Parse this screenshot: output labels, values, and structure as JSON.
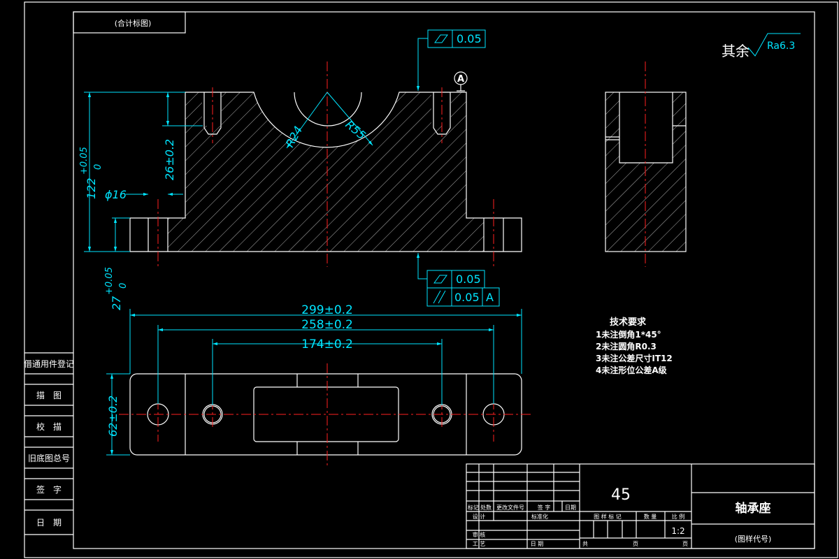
{
  "drawing": {
    "stamp_text": "(合计标图)",
    "roughness_prefix": "其余",
    "roughness_value": "Ra6.3",
    "datum_label": "A",
    "flatness_top": "0.05",
    "flatness_bottom": "0.05",
    "parallel_value": "0.05",
    "parallel_datum": "A",
    "dims": {
      "r24": "R24",
      "r55": "R55",
      "d26": "26±0.2",
      "d122_main": "122",
      "d122_tol": "+0.05",
      "d122_tol2": "0",
      "phi16": "ϕ16",
      "d27_main": "27",
      "d27_tol": "+0.05",
      "d27_tol2": "0",
      "d299": "299±0.2",
      "d258": "258±0.2",
      "d174": "174±0.2",
      "d62": "62±0.2"
    },
    "tech_requirements": {
      "title": "技术要求",
      "items": [
        "1未注倒角1*45°",
        "2未注圆角R0.3",
        "3未注公差尺寸IT12",
        "4未注形位公差A级"
      ]
    },
    "left_column": [
      "借通用件登记",
      "描　图",
      "校　描",
      "旧底图总号",
      "签　字",
      "日　期"
    ],
    "title_block": {
      "material": "45",
      "part_name": "轴承座",
      "drawing_code": "(图样代号)",
      "scale": "1:2",
      "revision_headers": [
        "标记",
        "处数",
        "更改文件号",
        "签 字",
        "日期"
      ],
      "design": "设 计",
      "standardize": "标准化",
      "review": "审 核",
      "process": "工 艺",
      "date": "日 期",
      "stage_headers": [
        "图 样 标 记",
        "数 量",
        "比 例"
      ],
      "sheet_total": "共",
      "sheet_n": "页",
      "sheet_last": "页"
    }
  }
}
